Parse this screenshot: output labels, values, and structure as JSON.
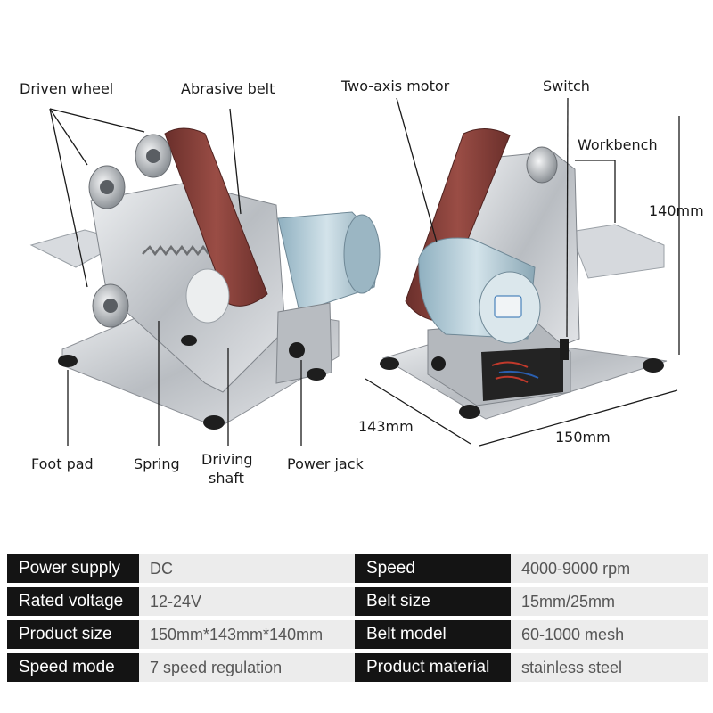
{
  "labels": {
    "driven_wheel": "Driven wheel",
    "abrasive_belt": "Abrasive belt",
    "two_axis_motor": "Two-axis motor",
    "switch": "Switch",
    "workbench": "Workbench",
    "height": "140mm",
    "depth": "143mm",
    "width": "150mm",
    "foot_pad": "Foot pad",
    "spring": "Spring",
    "driving_shaft_1": "Driving",
    "driving_shaft_2": "shaft",
    "power_jack": "Power jack"
  },
  "specs": [
    {
      "k1": "Power supply",
      "v1": "DC",
      "k2": "Speed",
      "v2": "4000-9000 rpm"
    },
    {
      "k1": "Rated voltage",
      "v1": "12-24V",
      "k2": "Belt size",
      "v2": "15mm/25mm"
    },
    {
      "k1": "Product size",
      "v1": "150mm*143mm*140mm",
      "k2": "Belt model",
      "v2": "60-1000 mesh"
    },
    {
      "k1": "Speed mode",
      "v1": "7 speed regulation",
      "k2": "Product material",
      "v2": "stainless steel"
    }
  ],
  "colors": {
    "key_bg": "#141414",
    "value_bg": "#ececec",
    "belt": "#7a3a35",
    "steel": "#c9ccd0",
    "motor": "#a9c3cf"
  }
}
